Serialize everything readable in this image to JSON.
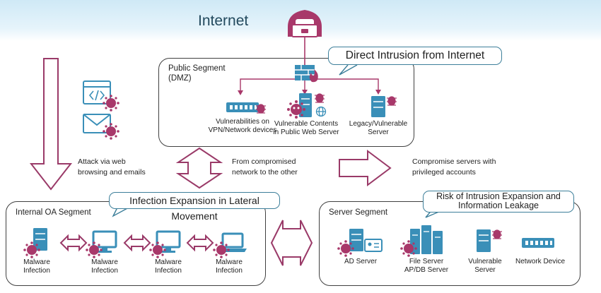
{
  "internet": {
    "title": "Internet"
  },
  "dmz": {
    "title_line1": "Public Segment",
    "title_line2": "(DMZ)",
    "callout": "Direct Intrusion from Internet",
    "items": [
      {
        "line1": "Vulnerabilities on",
        "line2": "VPN/Network devices"
      },
      {
        "line1": "Vulnerable Contents",
        "line2": "in Public Web Server"
      },
      {
        "line1": "Legacy/Vulnerable",
        "line2": "Server"
      }
    ]
  },
  "paths": {
    "left_line1": "Attack via web",
    "left_line2": "browsing and emails",
    "middle_line1": "From compromised",
    "middle_line2": "network to the other",
    "right_line1": "Compromise servers with",
    "right_line2": "privileged accounts"
  },
  "internal": {
    "title": "Internal OA Segment",
    "callout": "Infection Expansion in Lateral Movement",
    "items": [
      {
        "line1": "Malware",
        "line2": "Infection"
      },
      {
        "line1": "Malware",
        "line2": "Infection"
      },
      {
        "line1": "Malware",
        "line2": "Infection"
      },
      {
        "line1": "Malware",
        "line2": "Infection"
      }
    ]
  },
  "server": {
    "title": "Server Segment",
    "callout_line1": "Risk of Intrusion Expansion and",
    "callout_line2": "Information Leakage",
    "items": [
      {
        "line1": "AD Server",
        "line2": ""
      },
      {
        "line1": "File Server",
        "line2": "AP/DB Server"
      },
      {
        "line1": "Vulnerable",
        "line2": "Server"
      },
      {
        "line1": "Network Device",
        "line2": ""
      }
    ]
  },
  "colors": {
    "threat": "#a8386a",
    "device": "#3a8fb8",
    "device_light": "#d8edf7",
    "callout_border": "#3d7f9a",
    "internet_band": "#cfe9f6"
  },
  "icons": [
    "hacker-icon",
    "firewall-icon",
    "code-window-icon",
    "email-icon",
    "virus-icon",
    "bug-icon",
    "server-icon",
    "monitor-icon",
    "laptop-icon",
    "network-device-icon",
    "globe-icon"
  ]
}
